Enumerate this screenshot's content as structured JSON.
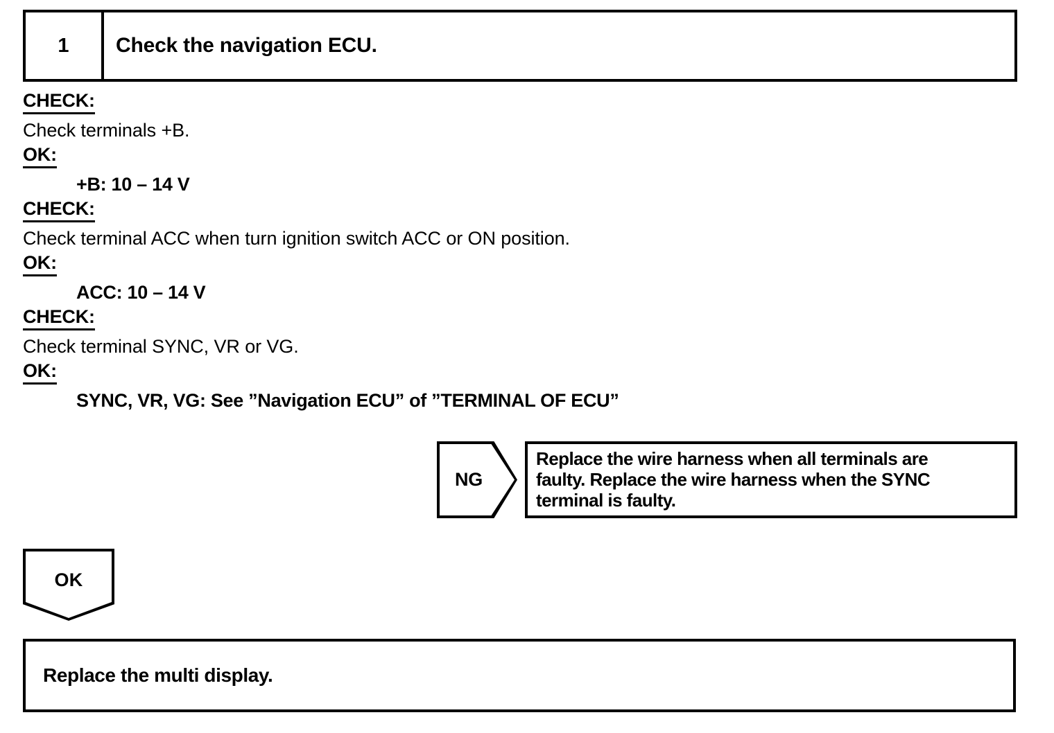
{
  "step": {
    "number": "1",
    "title": "Check the navigation ECU."
  },
  "checks": [
    {
      "check_label": "CHECK:",
      "check_text": "Check terminals +B.",
      "ok_label": "OK:",
      "ok_value": "+B: 10 – 14 V"
    },
    {
      "check_label": "CHECK:",
      "check_text": "Check terminal ACC when turn ignition switch ACC or ON position.",
      "ok_label": "OK:",
      "ok_value": "ACC: 10 – 14 V"
    },
    {
      "check_label": "CHECK:",
      "check_text": "Check terminal SYNC, VR or VG.",
      "ok_label": "OK:",
      "ok_value": "SYNC, VR, VG: See ”Navigation ECU” of ”TERMINAL OF ECU”"
    }
  ],
  "ng_branch": {
    "tag": "NG",
    "lines": [
      "Replace the wire harness when all terminals are",
      "faulty. Replace the wire harness when the SYNC",
      "terminal is faulty."
    ]
  },
  "ok_branch": {
    "tag": "OK"
  },
  "result": {
    "text": "Replace the multi display."
  },
  "colors": {
    "ink": "#000000",
    "paper": "#ffffff"
  }
}
